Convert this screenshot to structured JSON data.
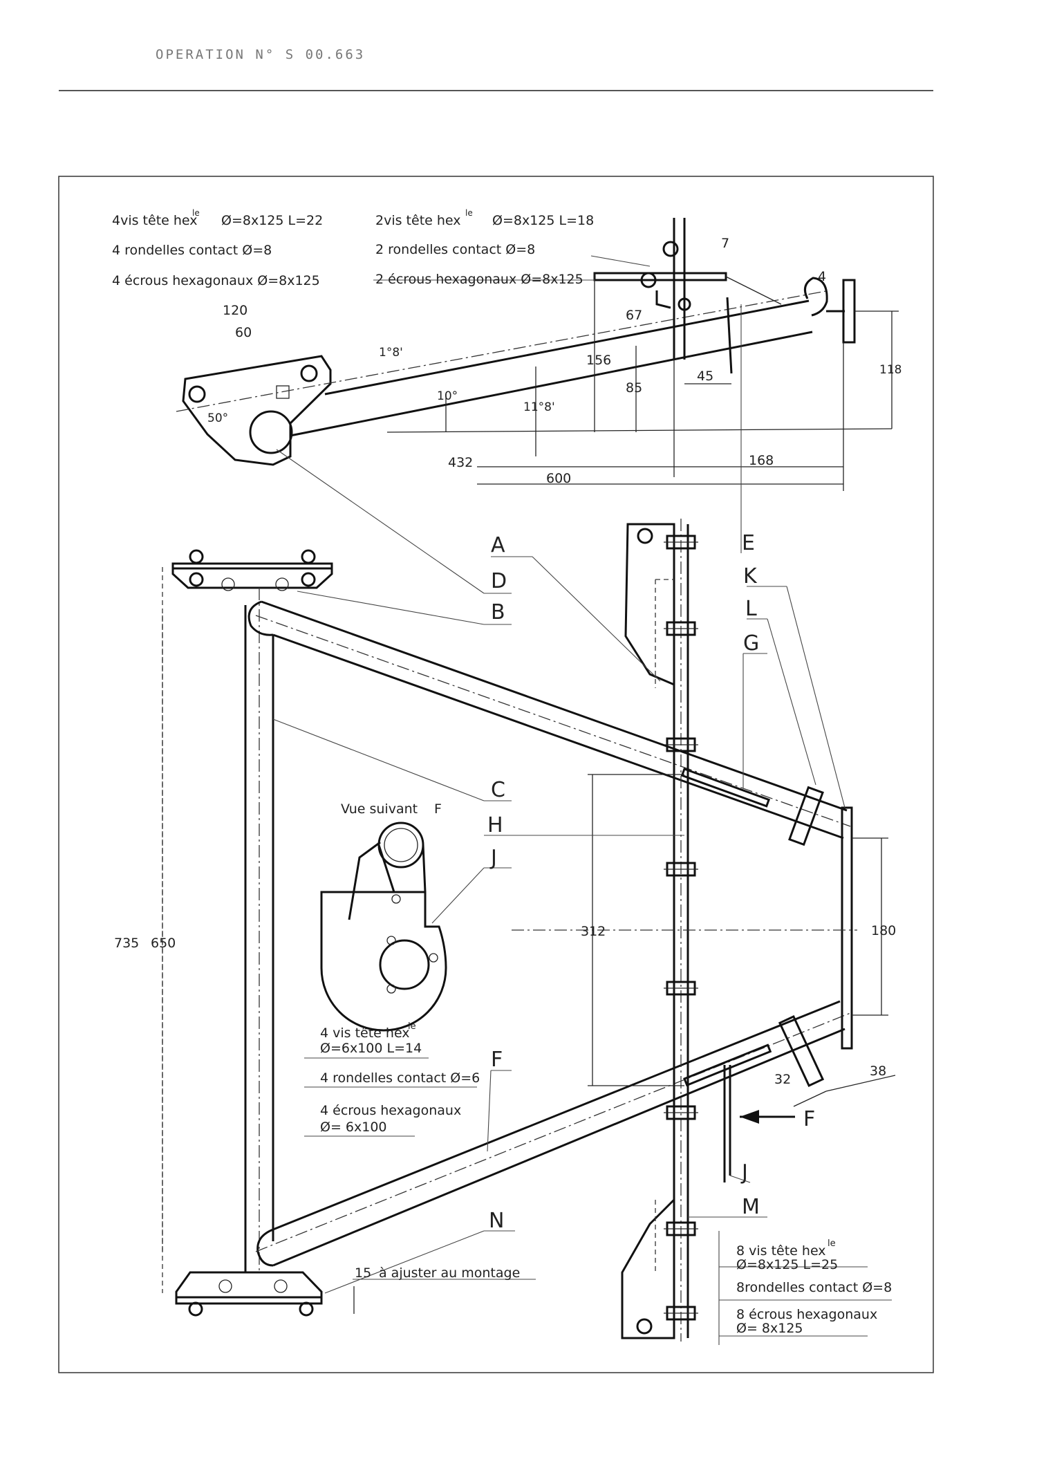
{
  "header": {
    "operation": "OPERATION N° S 00.663"
  },
  "top_view": {
    "fasteners_left": [
      "4vis tête hex",
      "Ø=8x125  L=22",
      "4 rondelles contact Ø=8",
      "4 écrous hexagonaux Ø=8x125"
    ],
    "fasteners_right": [
      "2vis tête hex",
      "Ø=8x125  L=18",
      "2 rondelles contact Ø=8",
      "2 écrous hexagonaux Ø=8x125"
    ],
    "le_superscript": "le",
    "dimensions": {
      "d120": "120",
      "d60": "60",
      "d50": "50°",
      "d1_8": "1°8'",
      "d10": "10°",
      "d11_8": "11°8'",
      "d67": "67",
      "d156": "156",
      "d85": "85",
      "d45": "45",
      "d7": "7",
      "d4": "4",
      "d118": "118",
      "d432": "432",
      "d168": "168",
      "d600": "600"
    }
  },
  "part_labels": {
    "A": "A",
    "B": "B",
    "C": "C",
    "D": "D",
    "E": "E",
    "F": "F",
    "G": "G",
    "H": "H",
    "J": "J",
    "K": "K",
    "L": "L",
    "M": "M",
    "N": "N"
  },
  "front_view": {
    "dimensions": {
      "d735": "735",
      "d650": "650",
      "d312": "312",
      "d180": "180",
      "d32": "32",
      "d38": "38",
      "d15": "15"
    },
    "view_caption": "Vue suivant",
    "view_letter": "F",
    "arrow_letter": "F",
    "adjust_note": "à ajuster au montage",
    "fasteners_middle": [
      "4 vis tête hex",
      "Ø=6x100    L=14",
      "4 rondelles contact Ø=6",
      "4 écrous hexagonaux",
      "Ø= 6x100"
    ],
    "fasteners_bottom_right": [
      "8 vis tête hex",
      "Ø=8x125  L=25",
      "8rondelles contact Ø=8",
      "8 écrous hexagonaux",
      "Ø= 8x125"
    ],
    "le_superscript": "le"
  }
}
